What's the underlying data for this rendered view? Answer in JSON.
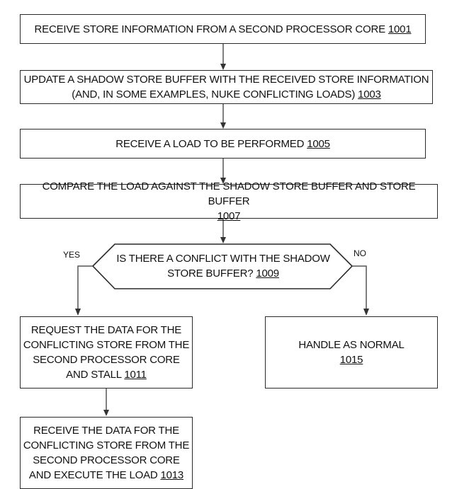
{
  "steps": {
    "s1001": {
      "text": "RECEIVE STORE INFORMATION FROM A SECOND PROCESSOR CORE",
      "ref": "1001"
    },
    "s1003": {
      "line1": "UPDATE A SHADOW STORE BUFFER WITH THE RECEIVED STORE INFORMATION",
      "line2": "(AND, IN SOME EXAMPLES, NUKE CONFLICTING LOADS)",
      "ref": "1003"
    },
    "s1005": {
      "text": "RECEIVE A LOAD TO BE PERFORMED",
      "ref": "1005"
    },
    "s1007": {
      "line1": "COMPARE THE LOAD AGAINST THE SHADOW STORE BUFFER AND STORE BUFFER",
      "ref": "1007"
    },
    "s1009": {
      "line1": "IS THERE A CONFLICT WITH THE SHADOW",
      "line2": "STORE BUFFER?",
      "ref": "1009"
    },
    "s1011": {
      "line1": "REQUEST THE DATA FOR THE",
      "line2": "CONFLICTING STORE FROM THE",
      "line3": "SECOND PROCESSOR CORE",
      "line4": "AND STALL",
      "ref": "1011"
    },
    "s1015": {
      "line1": "HANDLE AS NORMAL",
      "ref": "1015"
    },
    "s1013": {
      "line1": "RECEIVE THE DATA FOR THE",
      "line2": "CONFLICTING STORE FROM THE",
      "line3": "SECOND PROCESSOR CORE",
      "line4": "AND EXECUTE THE LOAD",
      "ref": "1013"
    }
  },
  "branches": {
    "yes": "YES",
    "no": "NO"
  }
}
